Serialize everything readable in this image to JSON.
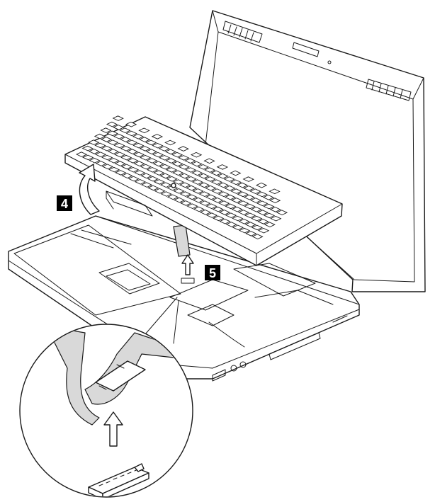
{
  "diagram": {
    "step_labels": [
      {
        "id": "step-4",
        "text": "4"
      },
      {
        "id": "step-5",
        "text": "5"
      }
    ],
    "colors": {
      "outline": "#1a1a1a",
      "fill": "#ffffff",
      "cable": "#d9d9d9",
      "callout_bg": "#000000",
      "callout_text": "#ffffff"
    },
    "icons": [
      "laptop-icon",
      "keyboard-icon",
      "lift-arrow-icon",
      "up-arrow-icon",
      "cable-connector-icon"
    ]
  }
}
